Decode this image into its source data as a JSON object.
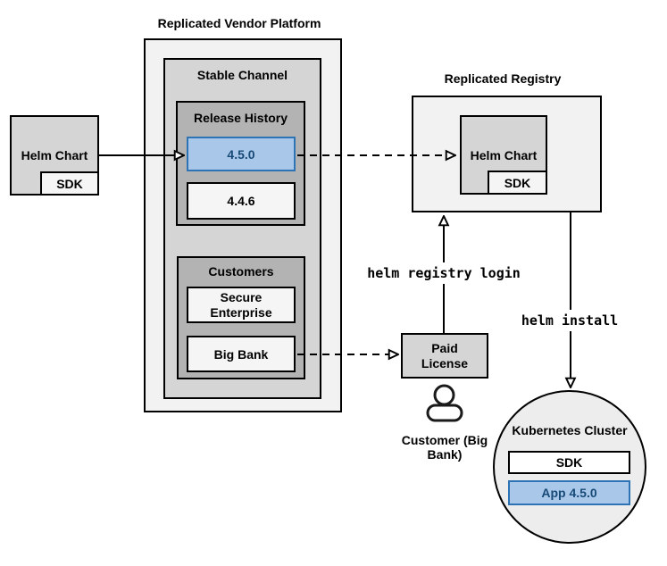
{
  "vendor_platform": {
    "title": "Replicated Vendor Platform",
    "stable_channel": {
      "label": "Stable Channel"
    },
    "release_history": {
      "label": "Release History",
      "releases": [
        {
          "version": "4.5.0",
          "highlighted": true
        },
        {
          "version": "4.4.6",
          "highlighted": false
        }
      ]
    },
    "customers": {
      "label": "Customers",
      "items": [
        {
          "name": "Secure Enterprise"
        },
        {
          "name": "Big Bank"
        }
      ]
    }
  },
  "source_chart": {
    "label": "Helm Chart",
    "sdk": "SDK"
  },
  "registry": {
    "title": "Replicated Registry",
    "helm_chart": {
      "label": "Helm Chart",
      "sdk": "SDK"
    }
  },
  "license": {
    "label": "Paid License"
  },
  "customer": {
    "label": "Customer (Big Bank)"
  },
  "cluster": {
    "title": "Kubernetes Cluster",
    "sdk": "SDK",
    "app": "App 4.5.0"
  },
  "commands": {
    "registry_login": "helm registry login",
    "install": "helm install"
  },
  "colors": {
    "highlight_fill": "#a9c7e9",
    "highlight_border": "#2e73b3",
    "highlight_text": "#174a77",
    "container_light": "#f2f2f2",
    "container_mid": "#d5d5d5",
    "container_dark": "#b3b3b3",
    "cluster_fill": "#ededed",
    "line": "#000000"
  }
}
